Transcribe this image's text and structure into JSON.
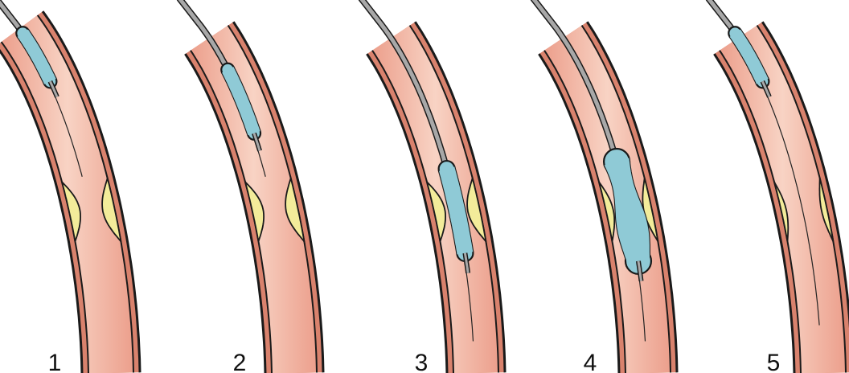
{
  "figure": {
    "steps": [
      {
        "number": "1",
        "balloon": "approaching",
        "plaque": "intact"
      },
      {
        "number": "2",
        "balloon": "advancing",
        "plaque": "intact"
      },
      {
        "number": "3",
        "balloon": "positioned-at-lesion",
        "plaque": "intact"
      },
      {
        "number": "4",
        "balloon": "inflated",
        "plaque": "compressed"
      },
      {
        "number": "5",
        "balloon": "withdrawn",
        "plaque": "reduced"
      }
    ]
  },
  "colors": {
    "vessel_outline": "#1a1a1a",
    "vessel_wall": "#d9826d",
    "vessel_lumen": "#f2b3a1",
    "lumen_highlight": "#f7cdbd",
    "plaque": "#f3ec9a",
    "balloon": "#8fcad6",
    "catheter": "#a8a8a8",
    "guidewire": "#222222"
  }
}
